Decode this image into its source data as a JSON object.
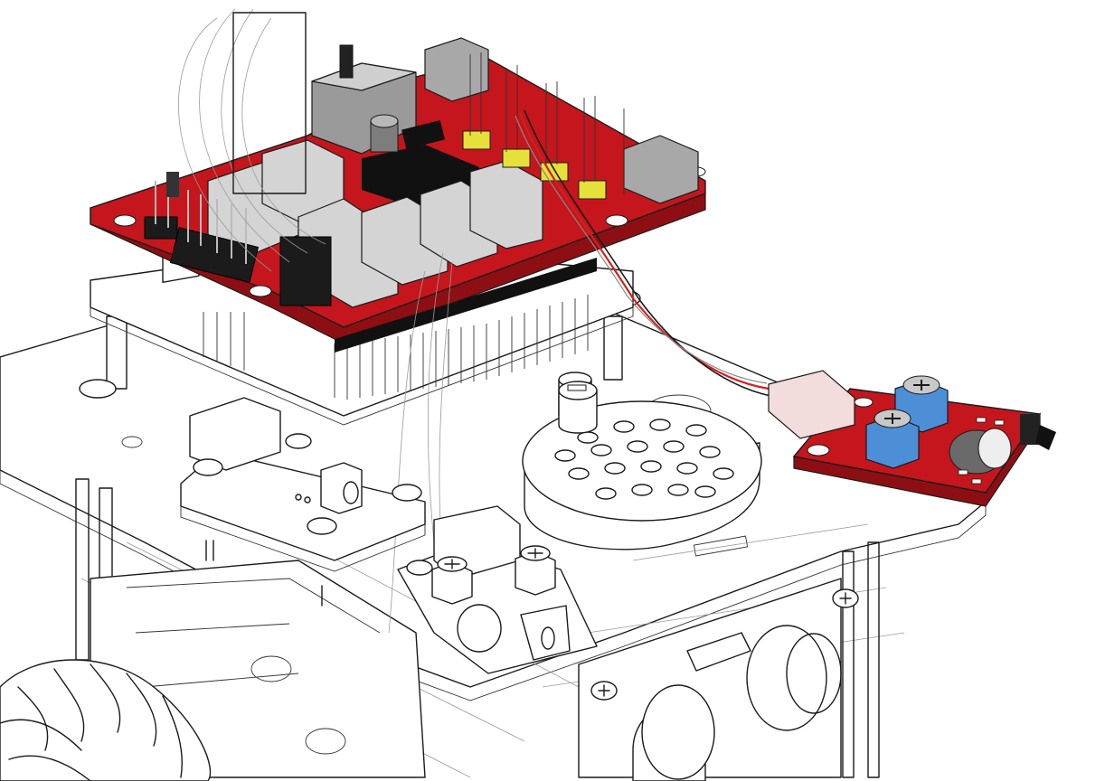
{
  "image": {
    "kind": "isometric line drawing of a robot car assembly with a microcontroller shield and sensor modules"
  },
  "colors": {
    "pcb_red": "#c4161c",
    "pcb_red_dark": "#8e0f13",
    "connector_grey": "#b8b8b8",
    "connector_grey_dark": "#7d7d7d",
    "chip_black": "#111111",
    "jumper_yellow": "#e6e03a",
    "potentiometer_blue": "#4d8fd6",
    "cable_red": "#d22020",
    "line": "#1a1a1a",
    "background": "#ffffff"
  },
  "parts": [
    {
      "name": "main-shield-board",
      "icon": "pcb-icon"
    },
    {
      "name": "sensor-module-right",
      "icon": "pcb-icon"
    },
    {
      "name": "sensor-module-front",
      "icon": "pcb-icon"
    },
    {
      "name": "ir-receiver-module",
      "icon": "pcb-icon"
    },
    {
      "name": "speaker",
      "icon": "speaker-icon"
    },
    {
      "name": "ultrasonic-sensor",
      "icon": "ultrasonic-icon"
    },
    {
      "name": "wheel",
      "icon": "wheel-icon"
    },
    {
      "name": "chassis-plate",
      "icon": "plate-icon"
    }
  ]
}
